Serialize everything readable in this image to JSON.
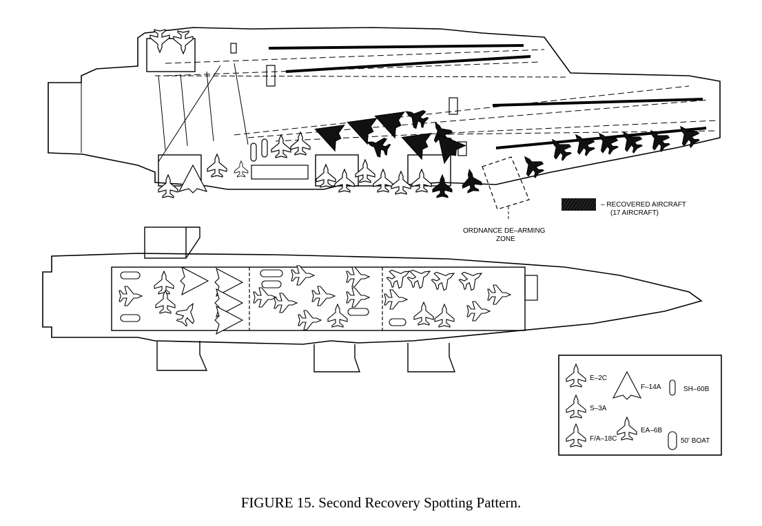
{
  "legend_recovered": {
    "label_line1": "– RECOVERED AIRCRAFT",
    "label_line2": "(17 AIRCRAFT)"
  },
  "ordnance_zone": {
    "line1": "ORDNANCE DE–ARMING",
    "line2": "ZONE"
  },
  "key": {
    "e2c": "E–2C",
    "s3a": "S–3A",
    "fa18c": "F/A–18C",
    "f14a": "F–14A",
    "ea6b": "EA–6B",
    "sh60b": "SH–60B",
    "boat": "50' BOAT"
  },
  "caption": "FIGURE 15. Second Recovery Spotting Pattern.",
  "colors": {
    "ink": "#000000",
    "paper": "#ffffff",
    "recovered": "#111111"
  }
}
